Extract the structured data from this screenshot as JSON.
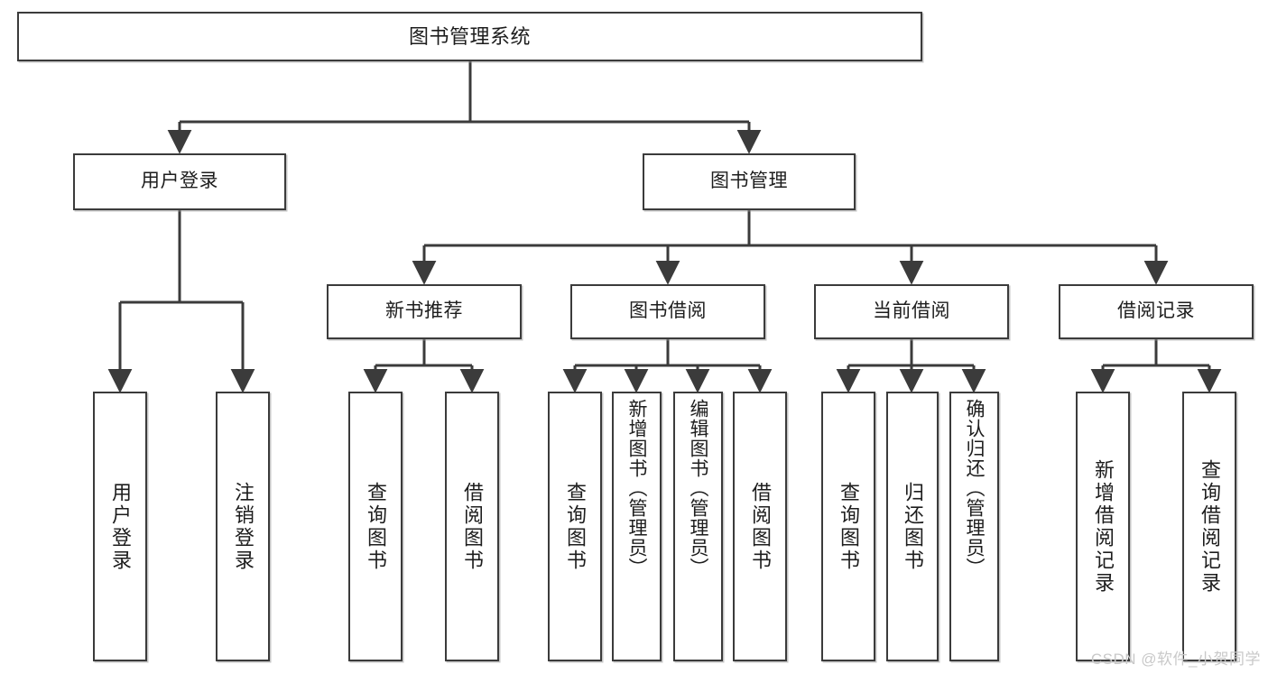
{
  "diagram": {
    "title": "图书管理系统",
    "type": "tree",
    "watermark": "CSDN @软件_小贺同学",
    "colors": {
      "box_border": "#3b3b3b",
      "box_fill": "#ffffff",
      "edge": "#3b3b3b",
      "text": "#1d1d1d",
      "watermark": "#c9c9c9",
      "background": "#ffffff"
    },
    "levels": {
      "root": "图书管理系统",
      "level1": [
        "用户登录",
        "图书管理"
      ],
      "level2": [
        "新书推荐",
        "图书借阅",
        "当前借阅",
        "借阅记录"
      ]
    },
    "nodes": {
      "root": {
        "label": "图书管理系统"
      },
      "level1": [
        {
          "label": "用户登录"
        },
        {
          "label": "图书管理"
        }
      ],
      "level2": [
        {
          "label": "新书推荐"
        },
        {
          "label": "图书借阅"
        },
        {
          "label": "当前借阅"
        },
        {
          "label": "借阅记录"
        }
      ],
      "leaves": {
        "user_login": [
          {
            "label": "用户登录"
          },
          {
            "label": "注销登录"
          }
        ],
        "new_book": [
          {
            "label": "查询图书"
          },
          {
            "label": "借阅图书"
          }
        ],
        "book_borrow": [
          {
            "label": "查询图书"
          },
          {
            "label": "新增图书（管理员）"
          },
          {
            "label": "编辑图书（管理员）"
          },
          {
            "label": "借阅图书"
          }
        ],
        "current_borrow": [
          {
            "label": "查询图书"
          },
          {
            "label": "归还图书"
          },
          {
            "label": "确认归还（管理员）"
          }
        ],
        "borrow_record": [
          {
            "label": "新增借阅记录"
          },
          {
            "label": "查询借阅记录"
          }
        ]
      }
    }
  }
}
